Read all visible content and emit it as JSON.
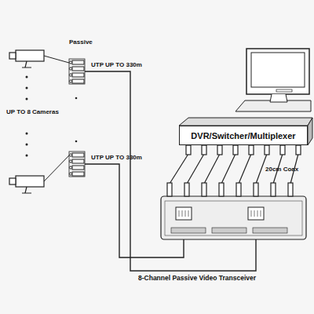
{
  "diagram": {
    "nodes": [
      {
        "text": [
          "DVR/Switcher/Multiplexer"
        ]
      }
    ],
    "labels": [
      "Passive",
      "UTP UP TO 330m",
      "UP TO 8 Cameras",
      "UTP UP TO 330m",
      "20cm Coax",
      "8-Channel Passive Video Transceiver"
    ]
  }
}
